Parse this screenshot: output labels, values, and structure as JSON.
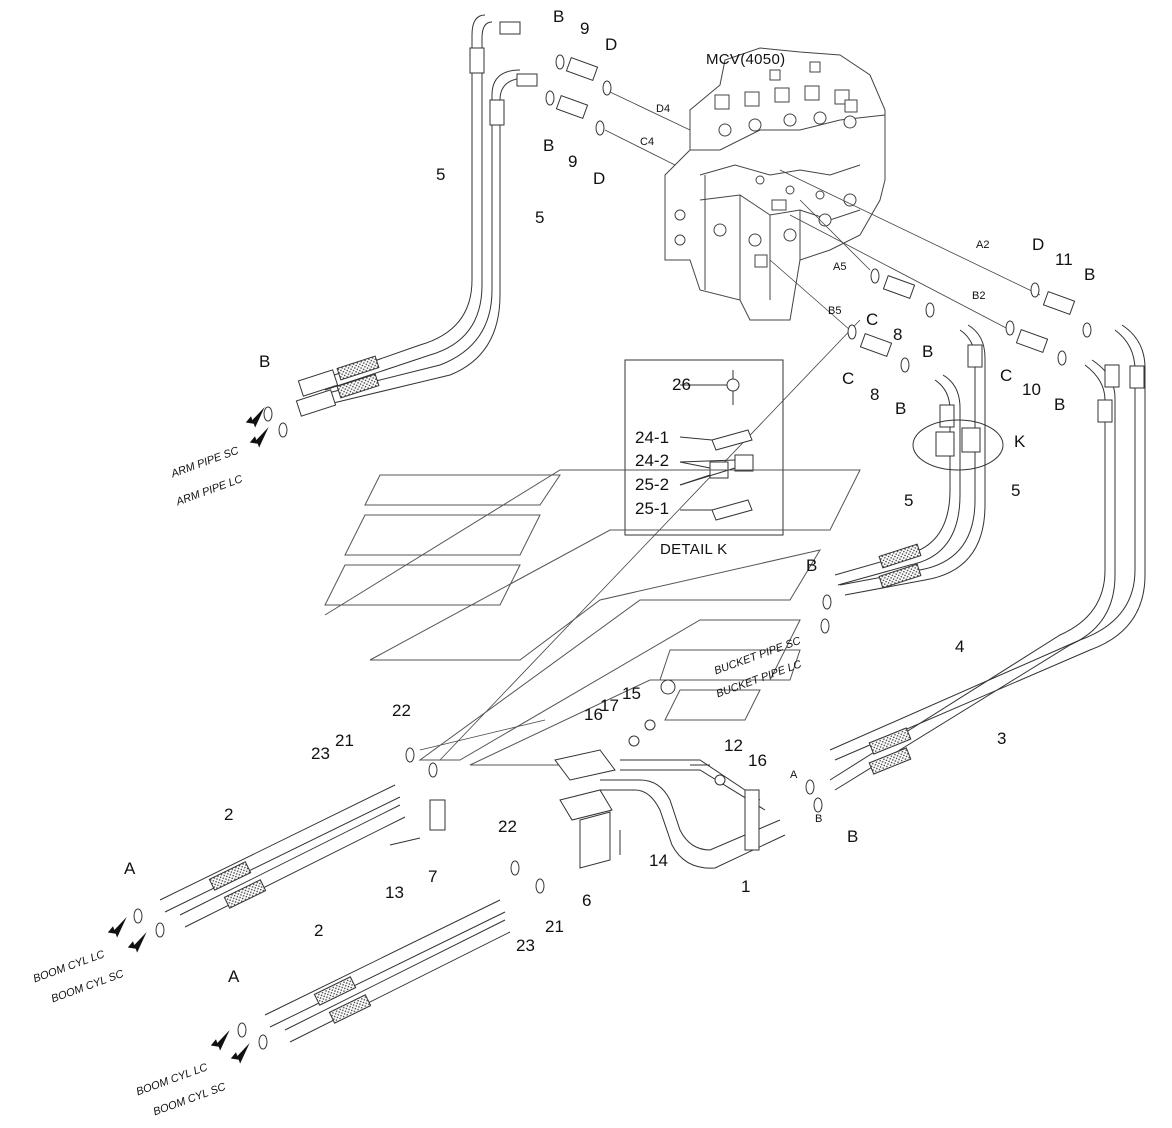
{
  "diagram": {
    "labels": {
      "mcv": "MCV(4050)",
      "detail_k": "DETAIL K",
      "k": "K",
      "arm_pipe_sc": "ARM PIPE SC",
      "arm_pipe_lc": "ARM PIPE LC",
      "bucket_pipe_sc": "BUCKET PIPE SC",
      "bucket_pipe_lc": "BUCKET PIPE LC",
      "boom_cyl_lc": "BOOM CYL LC",
      "boom_cyl_sc": "BOOM CYL SC",
      "port_d4": "D4",
      "port_c4": "C4",
      "port_a2": "A2",
      "port_b2": "B2",
      "port_a5": "A5",
      "port_b5": "B5",
      "port_a": "A",
      "port_b": "B"
    },
    "parts": {
      "p1": "1",
      "p2": "2",
      "p3": "3",
      "p4": "4",
      "p5": "5",
      "p6": "6",
      "p7": "7",
      "p8": "8",
      "p9": "9",
      "p10": "10",
      "p11": "11",
      "p12": "12",
      "p13": "13",
      "p14": "14",
      "p15": "15",
      "p16": "16",
      "p17": "17",
      "p21": "21",
      "p22": "22",
      "p23": "23",
      "p24_1": "24-1",
      "p24_2": "24-2",
      "p25_1": "25-1",
      "p25_2": "25-2",
      "p26": "26",
      "a": "A",
      "b": "B",
      "c": "C",
      "d": "D"
    }
  }
}
